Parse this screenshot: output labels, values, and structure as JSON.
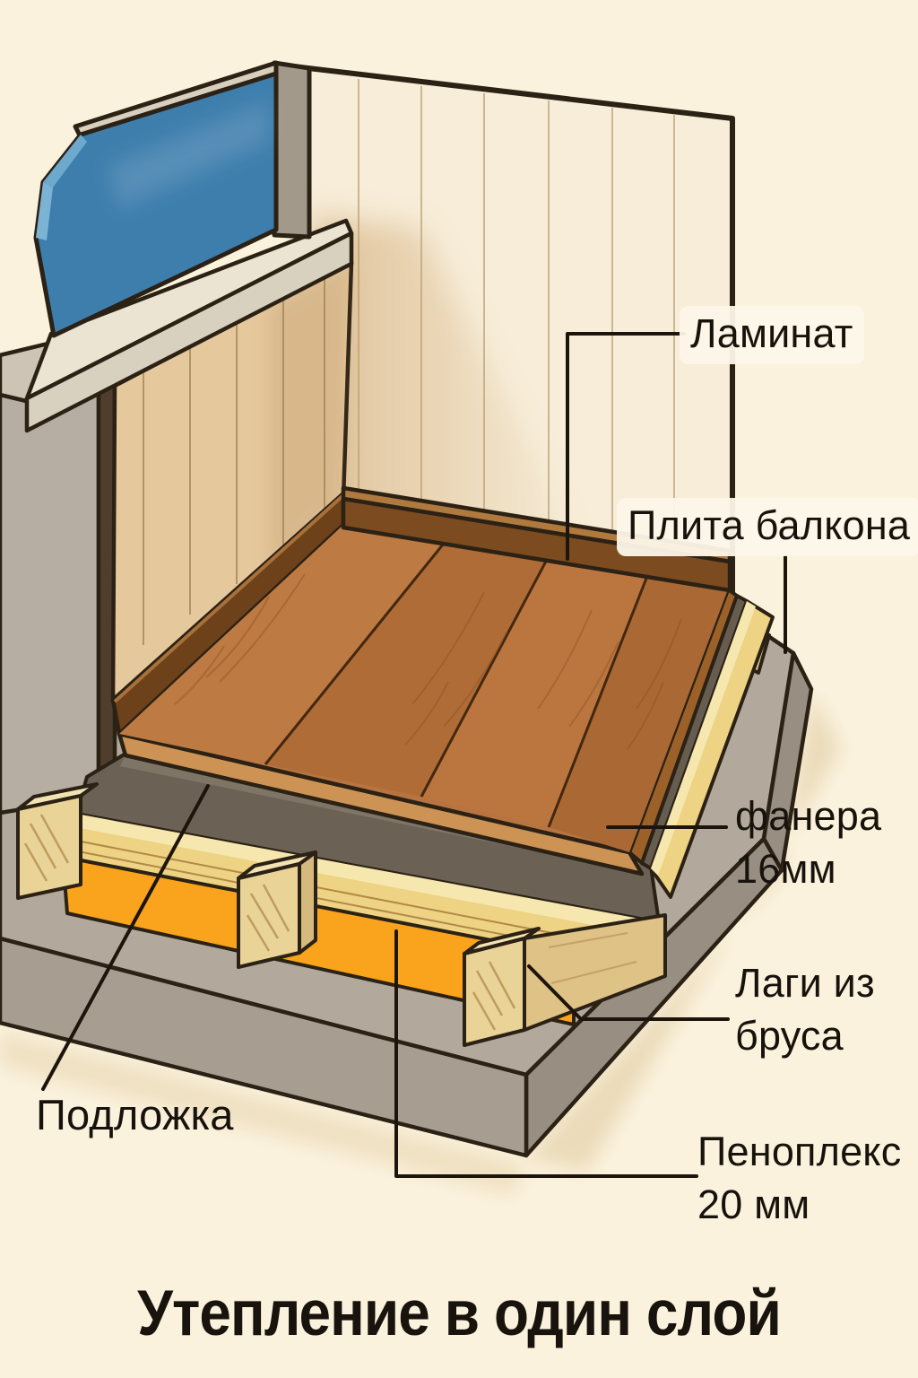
{
  "title": "Утепление в один слой",
  "labels": {
    "laminate": "Ламинат",
    "slab": "Плита балкона",
    "plywood_line1": "фанера",
    "plywood_line2": "16мм",
    "joists_line1": "Лаги из",
    "joists_line2": "бруса",
    "penoplex_line1": "Пеноплекс",
    "penoplex_line2": "20 мм",
    "underlay": "Подложка"
  },
  "colors": {
    "background": "#fbf2dd",
    "wall_cream": "#f7edd8",
    "parapet_tan": "#e6c89d",
    "window_blue": "#3e7ead",
    "window_blue_light": "#7cb2d4",
    "laminate_brown": "#b87440",
    "laminate_edge": "#cd9355",
    "baseboard_brown": "#7c4c20",
    "underlay_gray": "#6b6155",
    "plywood_yellow": "#edd383",
    "penoplex_orange": "#f9a41c",
    "joist_wood": "#ead397",
    "slab_gray": "#b2a89b",
    "outline": "#2b2114",
    "leader": "#1d150c"
  }
}
